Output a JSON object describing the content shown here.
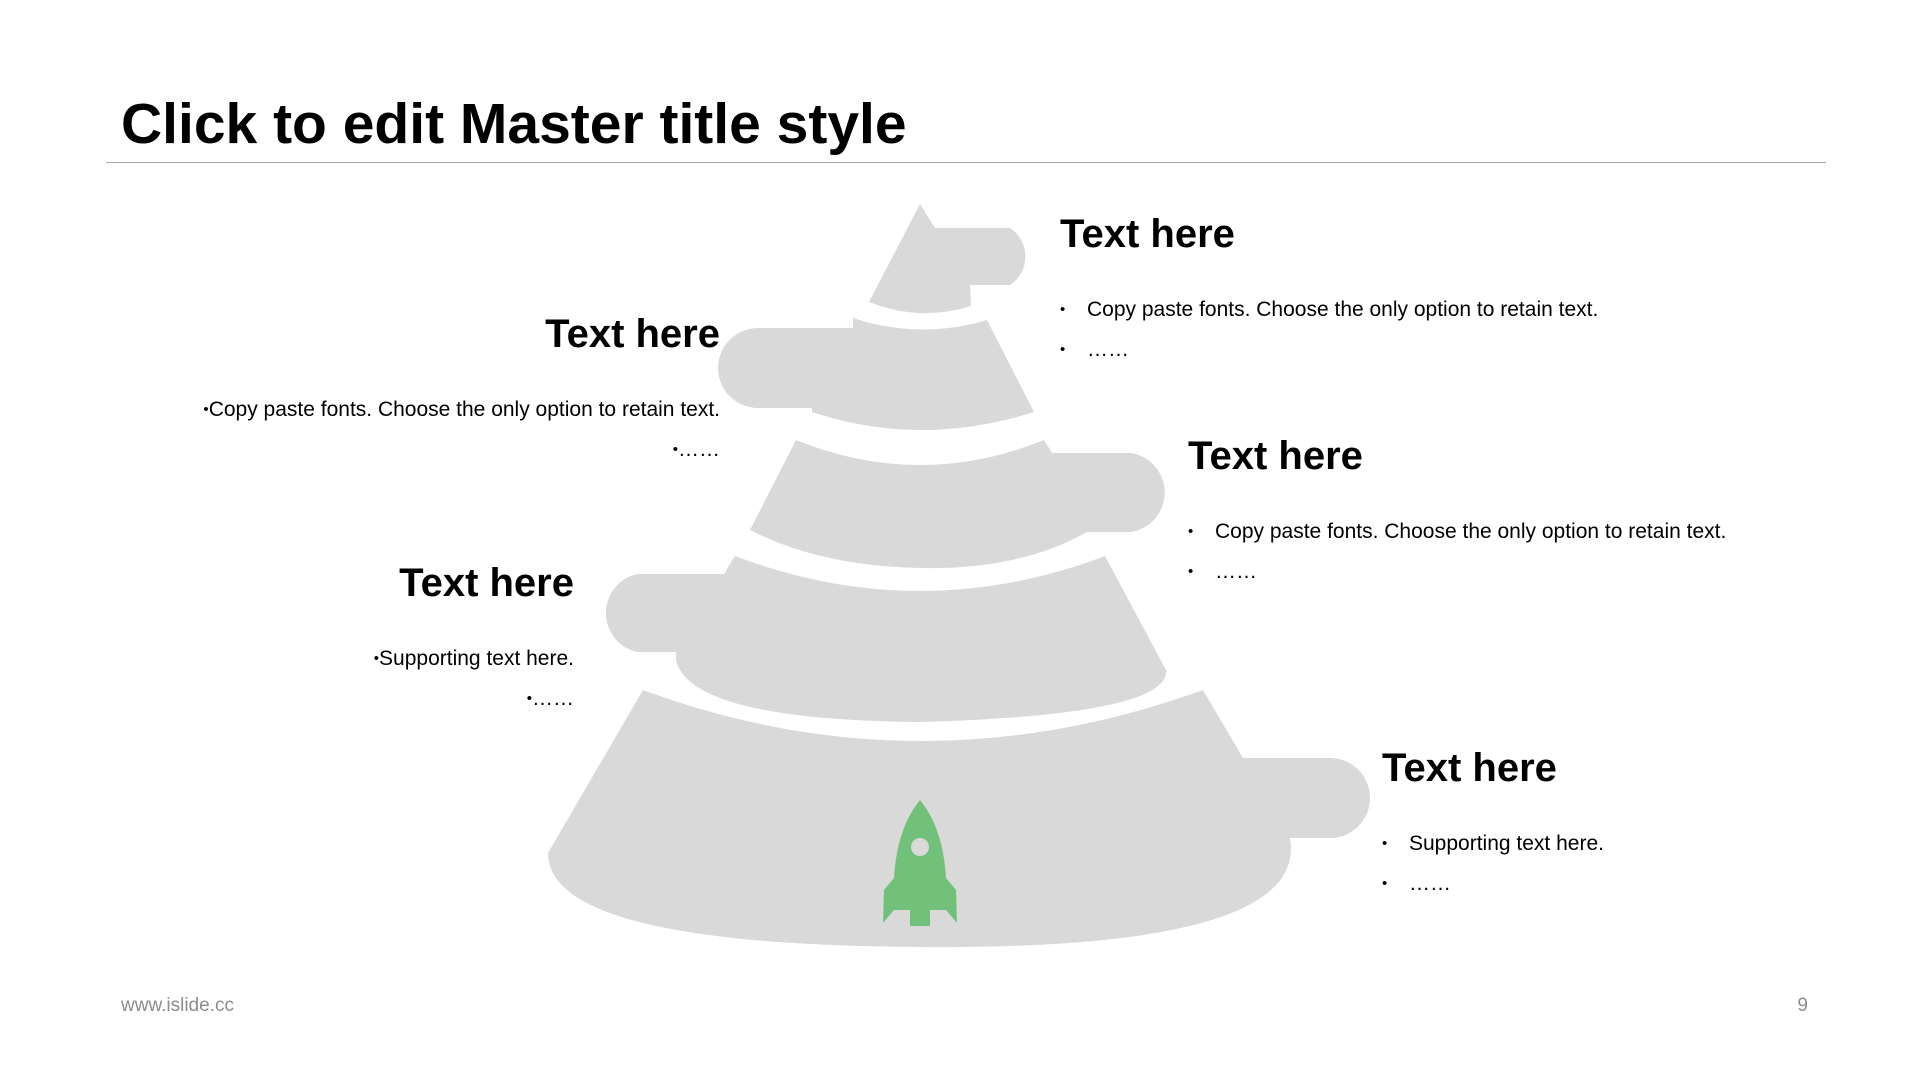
{
  "slide": {
    "title": "Click to edit Master title style"
  },
  "diagram": {
    "fill_color": "#d9d9d9",
    "icon_color": "#72c17a",
    "icon": "rocket-icon",
    "levels": [
      {
        "heading": "Text here",
        "bullets": [
          "Copy paste fonts. Choose the only option to retain text.",
          "……"
        ]
      },
      {
        "heading": "Text here",
        "bullets": [
          "Copy paste fonts. Choose the only option to retain text.",
          "……"
        ]
      },
      {
        "heading": "Text here",
        "bullets": [
          "Copy paste fonts. Choose the only option to retain text.",
          "……"
        ]
      },
      {
        "heading": "Text here",
        "bullets": [
          "Supporting text here.",
          "……"
        ]
      },
      {
        "heading": "Text here",
        "bullets": [
          "Supporting text here.",
          "……"
        ]
      }
    ]
  },
  "footer": {
    "url": "www.islide.cc",
    "page_number": "9"
  }
}
